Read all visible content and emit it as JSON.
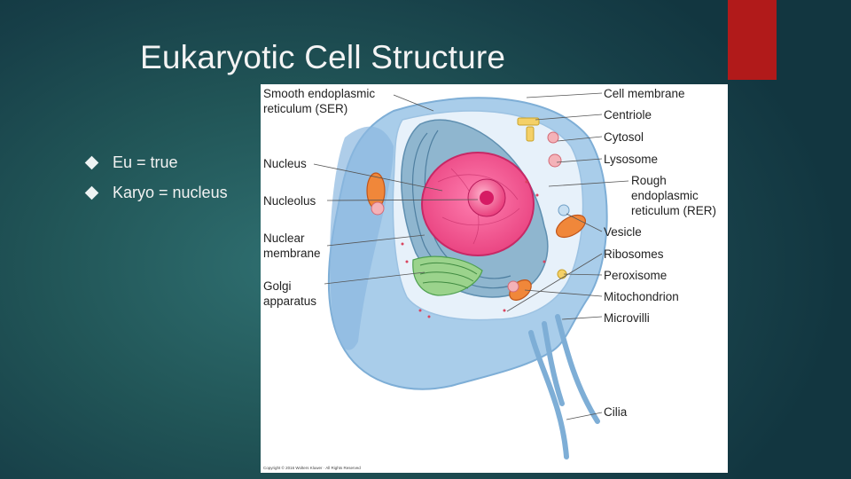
{
  "slide": {
    "title": "Eukaryotic Cell Structure",
    "bullets": [
      {
        "text": "Eu = true"
      },
      {
        "text": "Karyo = nucleus"
      }
    ],
    "accent_color": "#b11a1a"
  },
  "figure": {
    "labels_left": {
      "ser_1": "Smooth endoplasmic",
      "ser_2": "reticulum (SER)",
      "nucleus": "Nucleus",
      "nucleolus": "Nucleolus",
      "nuclear_membrane_1": "Nuclear",
      "nuclear_membrane_2": "membrane",
      "golgi_1": "Golgi",
      "golgi_2": "apparatus"
    },
    "labels_right": {
      "cell_membrane": "Cell membrane",
      "centriole": "Centriole",
      "cytosol": "Cytosol",
      "lysosome": "Lysosome",
      "rer_1": "Rough",
      "rer_2": "endoplasmic",
      "rer_3": "reticulum (RER)",
      "vesicle": "Vesicle",
      "ribosomes": "Ribosomes",
      "peroxisome": "Peroxisome",
      "mitochondrion": "Mitochondrion",
      "microvilli": "Microvilli",
      "cilia": "Cilia"
    },
    "copyright": "Copyright © 2016 Wolters Kluwer · All Rights Reserved"
  }
}
